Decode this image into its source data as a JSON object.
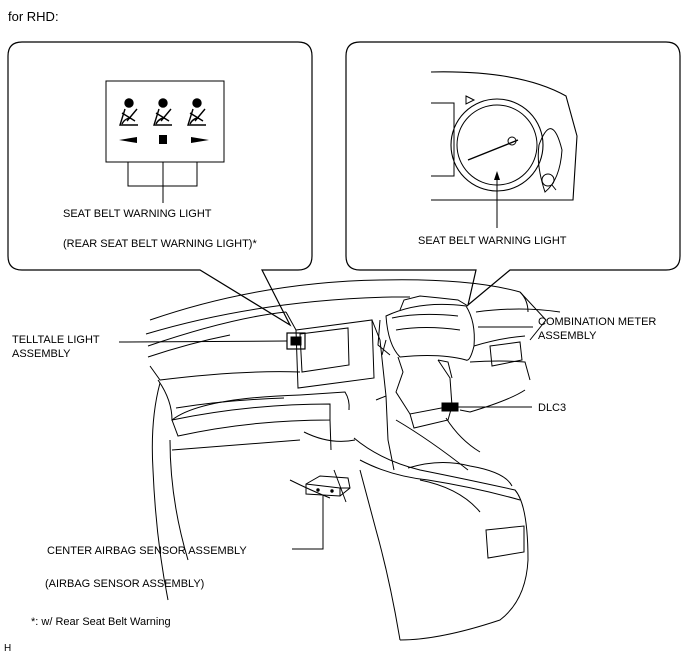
{
  "header": {
    "text": "for RHD:"
  },
  "callout_left": {
    "label": "SEAT BELT WARNING LIGHT",
    "sublabel": "(REAR SEAT BELT WARNING LIGHT)*"
  },
  "callout_right": {
    "label": "SEAT BELT WARNING LIGHT"
  },
  "labels": {
    "telltale_line1": "TELLTALE LIGHT",
    "telltale_line2": "ASSEMBLY",
    "combination_line1": "COMBINATION METER",
    "combination_line2": "ASSEMBLY",
    "dlc3": "DLC3",
    "center_airbag": "CENTER AIRBAG SENSOR ASSEMBLY",
    "airbag_sensor": "(AIRBAG SENSOR ASSEMBLY)"
  },
  "footnote": "*: w/ Rear Seat Belt Warning",
  "corner_mark": "H"
}
